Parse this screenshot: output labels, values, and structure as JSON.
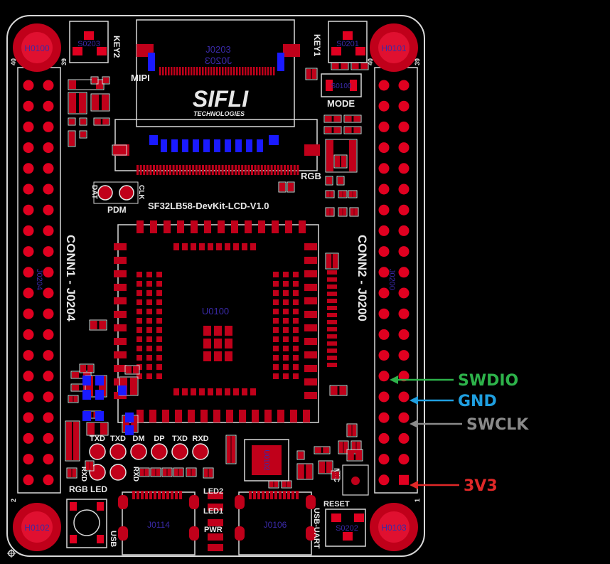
{
  "board": {
    "name": "SF32LB58-DevKit-LCD-V1.0",
    "logo_main": "SIFLI",
    "logo_sub": "TECHNOLOGIES",
    "colors": {
      "background": "#000000",
      "outline": "#d8d8d8",
      "pad": "#e00020",
      "silk": "#e8e8e8",
      "refdes": "#3a2aa8",
      "blue_pad": "#1a1aff"
    }
  },
  "mount_holes": [
    {
      "label": "H0100",
      "pos": "top-left"
    },
    {
      "label": "H0101",
      "pos": "top-right"
    },
    {
      "label": "H0102",
      "pos": "bottom-left"
    },
    {
      "label": "H0103",
      "pos": "bottom-right"
    }
  ],
  "labels": {
    "key2": "KEY2",
    "key1": "KEY1",
    "key2_ref": "S0203",
    "key1_ref": "S0201",
    "mipi": "MIPI",
    "fpc_ref": "J0203",
    "mode": "MODE",
    "mode_ref": "S0100",
    "rgb": "RGB",
    "pdm": "PDM",
    "dat": "DAT",
    "clk": "CLK",
    "conn1": "CONN1 - J0204",
    "conn2": "CONN2 - J0200",
    "conn1_ref": "J0204",
    "conn2_ref": "J0200",
    "mcu_ref": "U0100",
    "rgb_led": "RGB LED",
    "usb": "USB",
    "usb_ref": "J0114",
    "usb_uart": "USB-UART",
    "uart_ref": "J0106",
    "uart_ic_ref": "U0102",
    "led2": "LED2",
    "led1": "LED1",
    "pwr": "PWR",
    "reset": "RESET",
    "reset_ref": "S0202",
    "mic": "MIC",
    "pin40_left": "40",
    "pin39_left": "39",
    "pin40_right": "40",
    "pin39_right": "39",
    "pin2_left": "2",
    "pin1_right": "1",
    "test_points": [
      "TXD",
      "TXD",
      "DM",
      "DP",
      "TXD",
      "RXD"
    ],
    "test_points_lower": [
      "RXD",
      "RXD"
    ]
  },
  "callouts": [
    {
      "text": "SWDIO",
      "color": "#2db24a"
    },
    {
      "text": "GND",
      "color": "#1f9fe0"
    },
    {
      "text": "SWCLK",
      "color": "#8a8a8a"
    },
    {
      "text": "3V3",
      "color": "#e02828"
    }
  ]
}
